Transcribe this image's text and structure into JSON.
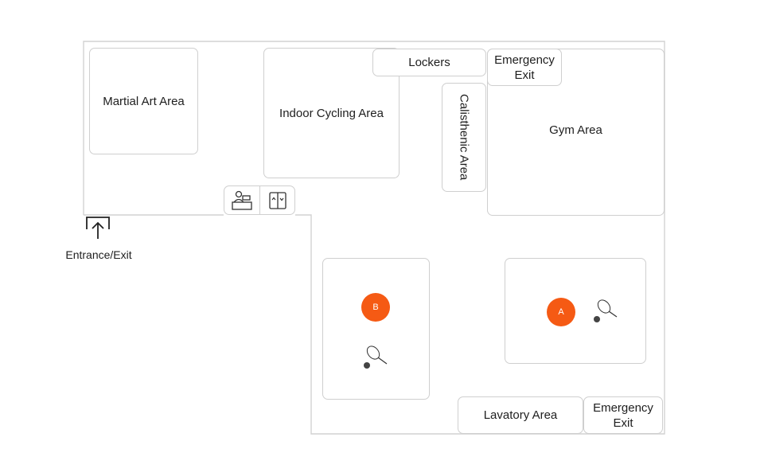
{
  "colors": {
    "wall": "#d2d2d2",
    "border": "#cfcfcf",
    "marker": "#f55a14",
    "text": "#1e1e1e"
  },
  "rooms": {
    "martial_art": "Martial Art Area",
    "indoor_cycling": "Indoor Cycling Area",
    "lockers": "Lockers",
    "calisthenic": "Calisthenic Area",
    "emergency_exit_top": [
      "Emergency",
      "Exit"
    ],
    "gym": "Gym Area",
    "lavatory": "Lavatory Area",
    "emergency_exit_bottom": [
      "Emergency",
      "Exit"
    ]
  },
  "courts": {
    "court_b": {
      "label": "B",
      "icon": "pickleball-paddle-icon"
    },
    "court_a": {
      "label": "A",
      "icon": "pickleball-paddle-icon"
    }
  },
  "entrance": {
    "label": "Entrance/Exit",
    "icon": "entrance-arrow-icon"
  },
  "reception": {
    "icons": [
      "reception-desk-icon",
      "elevator-icon"
    ]
  }
}
